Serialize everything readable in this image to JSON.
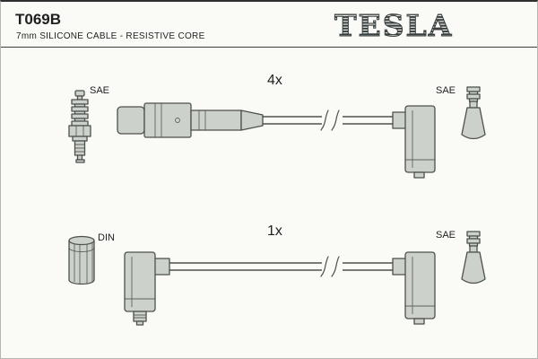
{
  "colors": {
    "ink": "#1f1f1f",
    "line": "#4c514c",
    "shape_fill": "#cdd1cb",
    "page_bg": "#fafaf7",
    "brand": "#39403f"
  },
  "header": {
    "part_number": "T069B",
    "description": "7mm SILICONE CABLE - RESISTIVE CORE",
    "brand": "TESLA"
  },
  "diagram": {
    "top_assembly": {
      "quantity_label": "4x",
      "plug_label": "SAE",
      "terminal_label": "SAE"
    },
    "bottom_assembly": {
      "quantity_label": "1x",
      "left_label": "DIN",
      "terminal_label": "SAE"
    }
  }
}
